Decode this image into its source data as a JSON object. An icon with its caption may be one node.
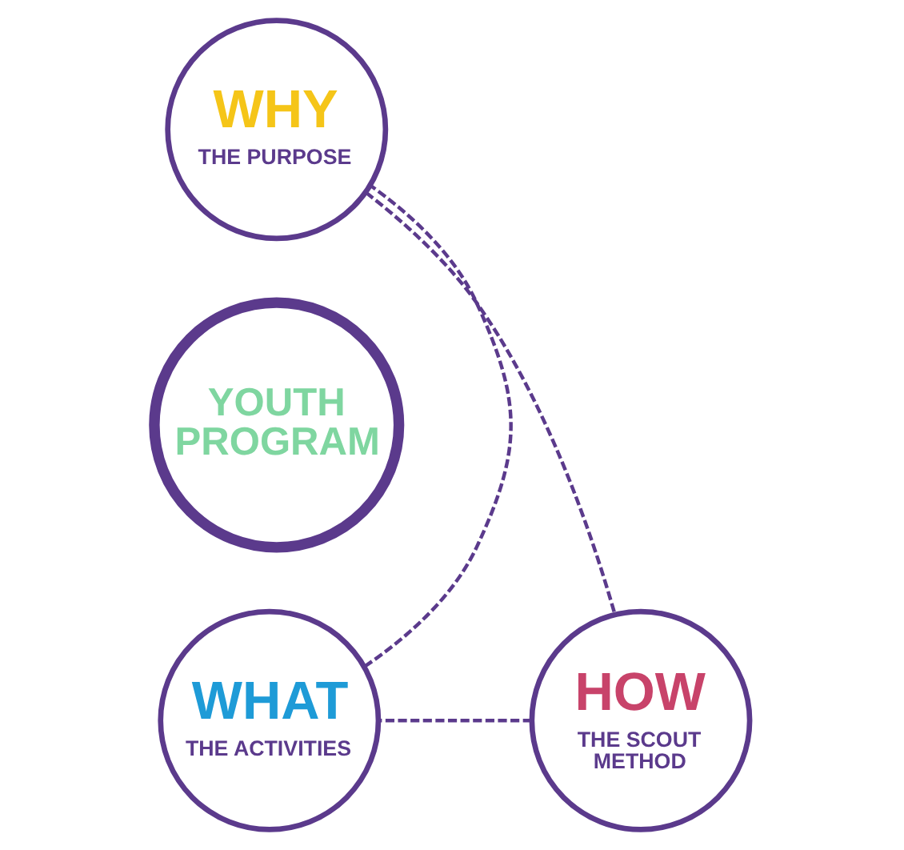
{
  "diagram": {
    "nodes": [
      {
        "text": [
          "YOUTH PROGRAM"
        ]
      },
      {
        "text": [
          "WHY",
          "THE PURPOSE"
        ]
      },
      {
        "text": [
          "WHAT",
          "THE ACTIVITIES"
        ]
      },
      {
        "text": [
          "HOW",
          "THE SCOUT METHOD"
        ]
      }
    ],
    "edges": [
      {
        "from": 1,
        "to": 3,
        "arrow": "none",
        "style": "dashed"
      },
      {
        "from": 3,
        "to": 2,
        "arrow": "none",
        "style": "dashed"
      },
      {
        "from": 2,
        "to": 1,
        "arrow": "none",
        "style": "dashed"
      }
    ]
  }
}
